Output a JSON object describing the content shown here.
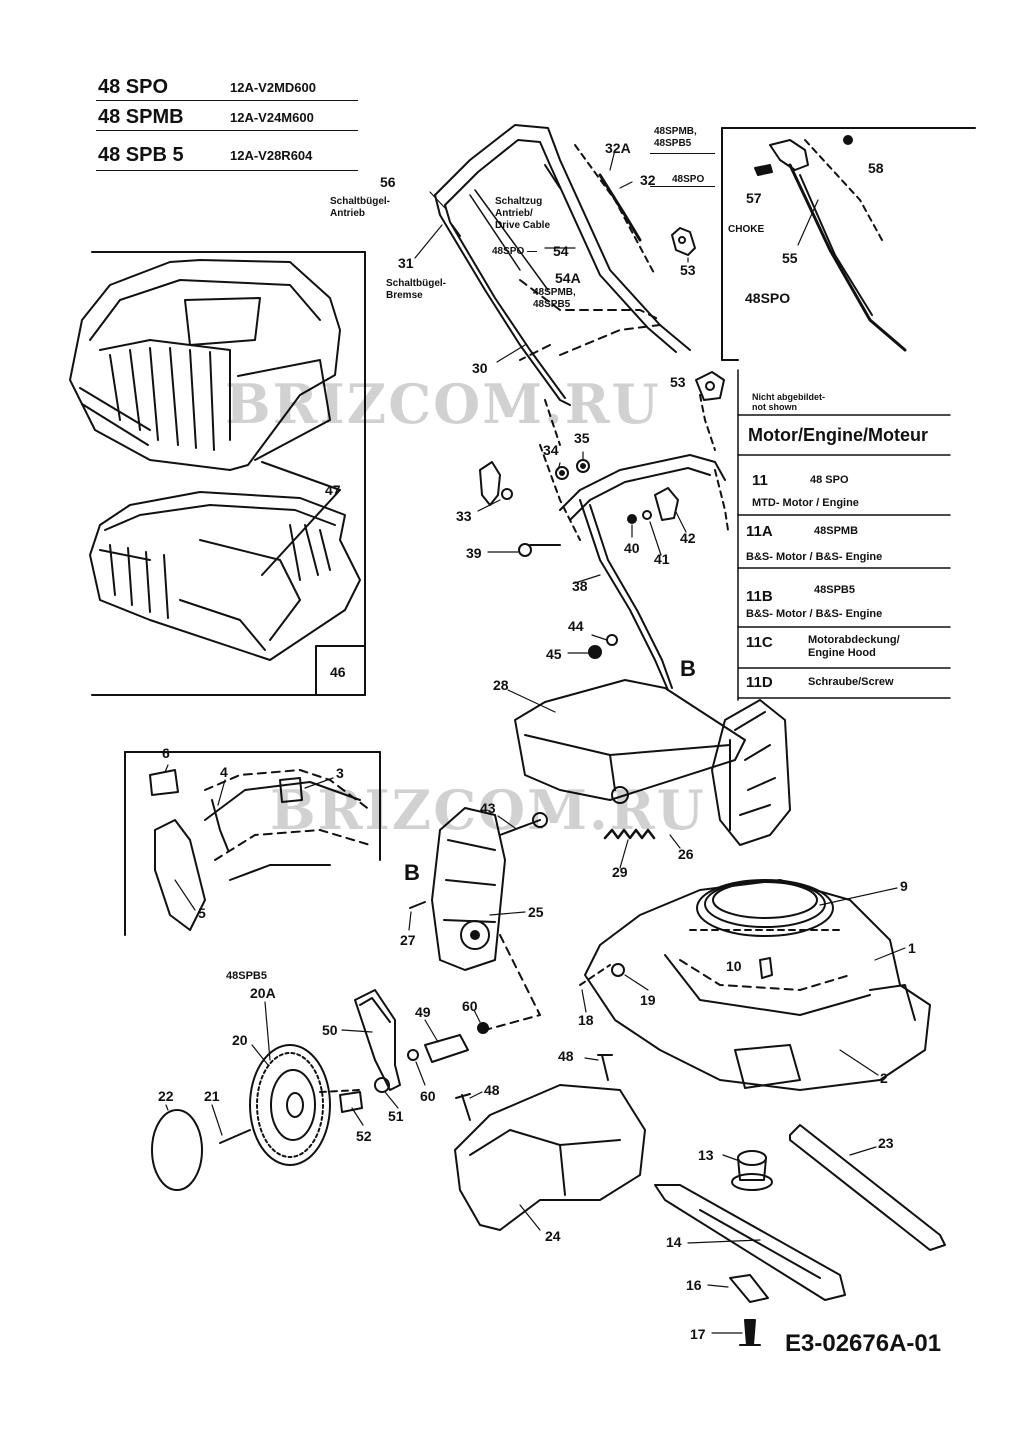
{
  "models": [
    {
      "name": "48 SPO",
      "number": "12A-V2MD600"
    },
    {
      "name": "48 SPMB",
      "number": "12A-V24M600"
    },
    {
      "name": "48 SPB 5",
      "number": "12A-V28R604"
    }
  ],
  "handle_labels": {
    "l56": "56",
    "l31": "31",
    "l30": "30",
    "l32a": "32A",
    "l32": "32",
    "l54": "54",
    "l54a": "54A",
    "l53": "53",
    "l53b": "53",
    "shift_drive": "Schaltbügel-\nAntrieb",
    "shift_brake": "Schaltbügel-\nBremse",
    "drive_cable": "Schaltzug\nAntrieb/\nDrive Cable",
    "m32a": "48SPMB,\n48SPB5",
    "m32": "48SPO",
    "m54": "48SPO —",
    "m54a": "48SPMB,\n48SPB5"
  },
  "inset": {
    "l58": "58",
    "l57": "57",
    "l55": "55",
    "choke": "CHOKE",
    "model": "48SPO"
  },
  "engine_table": {
    "not_shown": "Nicht abgebildet-\nnot shown",
    "title": "Motor/Engine/Moteur",
    "rows": [
      {
        "code": "11",
        "model": "48 SPO",
        "desc": "MTD- Motor / Engine"
      },
      {
        "code": "11A",
        "model": "48SPMB",
        "desc": "B&S- Motor / B&S- Engine"
      },
      {
        "code": "11B",
        "model": "48SPB5",
        "desc": "B&S- Motor / B&S- Engine"
      },
      {
        "code": "11C",
        "model": "",
        "desc": "Motorabdeckung/\nEngine Hood"
      },
      {
        "code": "11D",
        "model": "",
        "desc": "Schraube/Screw"
      }
    ]
  },
  "parts": {
    "l47": "47",
    "l46": "46",
    "l33": "33",
    "l34": "34",
    "l35": "35",
    "l39": "39",
    "l38": "38",
    "l40": "40",
    "l41": "41",
    "l42": "42",
    "l44": "44",
    "l45": "45",
    "lB1": "B",
    "l28": "28",
    "l6": "6",
    "l4": "4",
    "l3": "3",
    "l5": "5",
    "l43": "43",
    "l26": "26",
    "l29": "29",
    "lB2": "B",
    "l25": "25",
    "l27": "27",
    "l9": "9",
    "l1": "1",
    "l10": "10",
    "l19": "19",
    "l18": "18",
    "l2": "2",
    "m20": "48SPB5",
    "l20a": "20A",
    "l20": "20",
    "l50": "50",
    "l49": "49",
    "l60a": "60",
    "l60b": "60",
    "l48a": "48",
    "l48b": "48",
    "l22": "22",
    "l21": "21",
    "l52": "52",
    "l51": "51",
    "l24": "24",
    "l13": "13",
    "l23": "23",
    "l14": "14",
    "l16": "16",
    "l17": "17"
  },
  "watermarks": [
    "BRIZCOM.RU",
    "BRIZCOM.RU"
  ],
  "diagram_id": "E3-02676A-01"
}
